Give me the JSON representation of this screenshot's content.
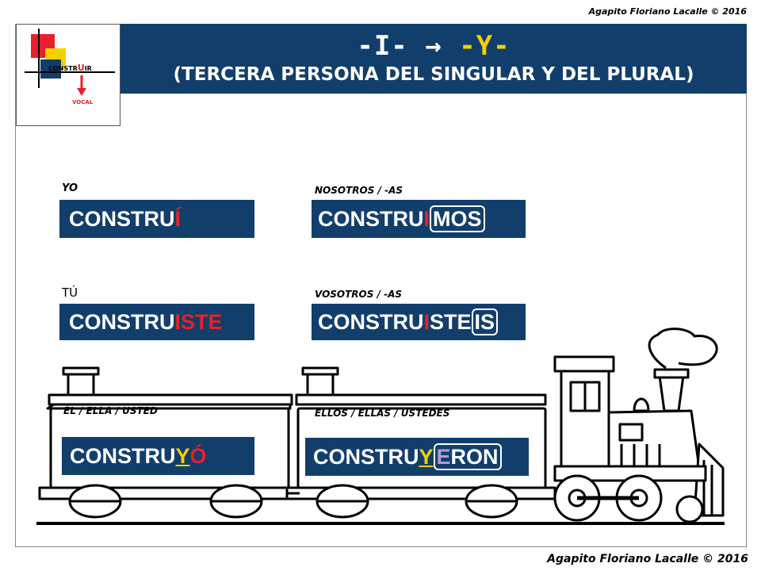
{
  "header": {
    "credit_top": "Agapito Floriano Lacalle © 2016",
    "title_left": "-I- →",
    "title_right": "-Y-",
    "subtitle": "(TERCERA PERSONA DEL SINGULAR Y DEL PLURAL)"
  },
  "logo": {
    "word_main": "CONSTR",
    "word_accent": "U",
    "word_end": "IR",
    "caption": "VOCAL"
  },
  "conjugations": {
    "yo": {
      "label": "YO",
      "stem": "CONSTRU",
      "ending": "Í"
    },
    "tu": {
      "label": "TÚ",
      "stem": "CONSTRU",
      "ending": "ISTE"
    },
    "nosotros": {
      "label": "NOSOTROS / -AS",
      "stem": "CONSTRU",
      "vowel": "I",
      "ending": "MOS"
    },
    "vosotros": {
      "label": "VOSOTROS / -AS",
      "stem": "CONSTRU",
      "vowel": "I",
      "middle": "STE",
      "ending": "IS"
    },
    "el": {
      "label": "ÉL / ELLA / USTED",
      "stem": "CONSTRU",
      "vowel": "Y",
      "ending": "Ó"
    },
    "ellos": {
      "label": "ELLOS / ELLAS / USTEDES",
      "stem": "CONSTRU",
      "vowel": "Y",
      "vowel2": "E",
      "ending": "RON"
    }
  },
  "footer": {
    "credit": "Agapito Floriano Lacalle © 2016"
  },
  "colors": {
    "banner": "#123e6c",
    "red": "#e8202a",
    "yellow": "#f7d000",
    "lilac": "#b39ad8"
  }
}
